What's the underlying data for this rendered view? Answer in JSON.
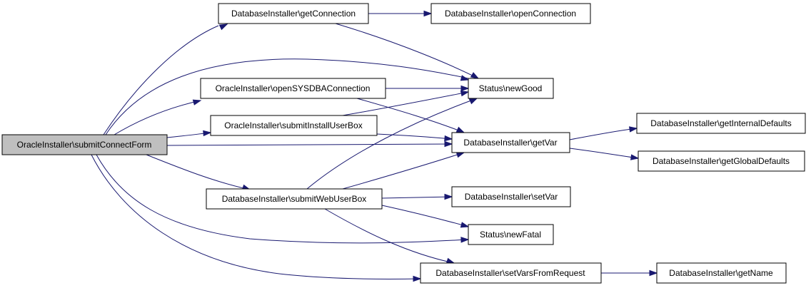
{
  "colors": {
    "edge": "#191970",
    "root_fill": "#bfbfbf",
    "node_fill": "#ffffff",
    "border": "#000000"
  },
  "nodes": {
    "submitConnectForm": {
      "label": "OracleInstaller\\submitConnectForm",
      "root": true
    },
    "getConnection": {
      "label": "DatabaseInstaller\\getConnection"
    },
    "openConnection": {
      "label": "DatabaseInstaller\\openConnection"
    },
    "openSYSDBAConnection": {
      "label": "OracleInstaller\\openSYSDBAConnection"
    },
    "submitInstallUserBox": {
      "label": "OracleInstaller\\submitInstallUserBox"
    },
    "newGood": {
      "label": "Status\\newGood"
    },
    "getVar": {
      "label": "DatabaseInstaller\\getVar"
    },
    "getInternalDefaults": {
      "label": "DatabaseInstaller\\getInternalDefaults"
    },
    "getGlobalDefaults": {
      "label": "DatabaseInstaller\\getGlobalDefaults"
    },
    "submitWebUserBox": {
      "label": "DatabaseInstaller\\submitWebUserBox"
    },
    "setVar": {
      "label": "DatabaseInstaller\\setVar"
    },
    "newFatal": {
      "label": "Status\\newFatal"
    },
    "setVarsFromRequest": {
      "label": "DatabaseInstaller\\setVarsFromRequest"
    },
    "getName": {
      "label": "DatabaseInstaller\\getName"
    }
  },
  "edges": [
    {
      "from": "submitConnectForm",
      "to": "getConnection"
    },
    {
      "from": "submitConnectForm",
      "to": "newGood"
    },
    {
      "from": "submitConnectForm",
      "to": "openSYSDBAConnection"
    },
    {
      "from": "submitConnectForm",
      "to": "submitInstallUserBox"
    },
    {
      "from": "submitConnectForm",
      "to": "getVar"
    },
    {
      "from": "submitConnectForm",
      "to": "submitWebUserBox"
    },
    {
      "from": "submitConnectForm",
      "to": "newFatal"
    },
    {
      "from": "submitConnectForm",
      "to": "setVarsFromRequest"
    },
    {
      "from": "getConnection",
      "to": "openConnection"
    },
    {
      "from": "getConnection",
      "to": "newGood"
    },
    {
      "from": "openSYSDBAConnection",
      "to": "newGood"
    },
    {
      "from": "openSYSDBAConnection",
      "to": "getVar"
    },
    {
      "from": "submitInstallUserBox",
      "to": "newGood"
    },
    {
      "from": "submitInstallUserBox",
      "to": "getVar"
    },
    {
      "from": "submitWebUserBox",
      "to": "newGood"
    },
    {
      "from": "submitWebUserBox",
      "to": "getVar"
    },
    {
      "from": "submitWebUserBox",
      "to": "setVar"
    },
    {
      "from": "submitWebUserBox",
      "to": "newFatal"
    },
    {
      "from": "submitWebUserBox",
      "to": "setVarsFromRequest"
    },
    {
      "from": "getVar",
      "to": "getInternalDefaults"
    },
    {
      "from": "getVar",
      "to": "getGlobalDefaults"
    },
    {
      "from": "setVarsFromRequest",
      "to": "getName"
    }
  ]
}
